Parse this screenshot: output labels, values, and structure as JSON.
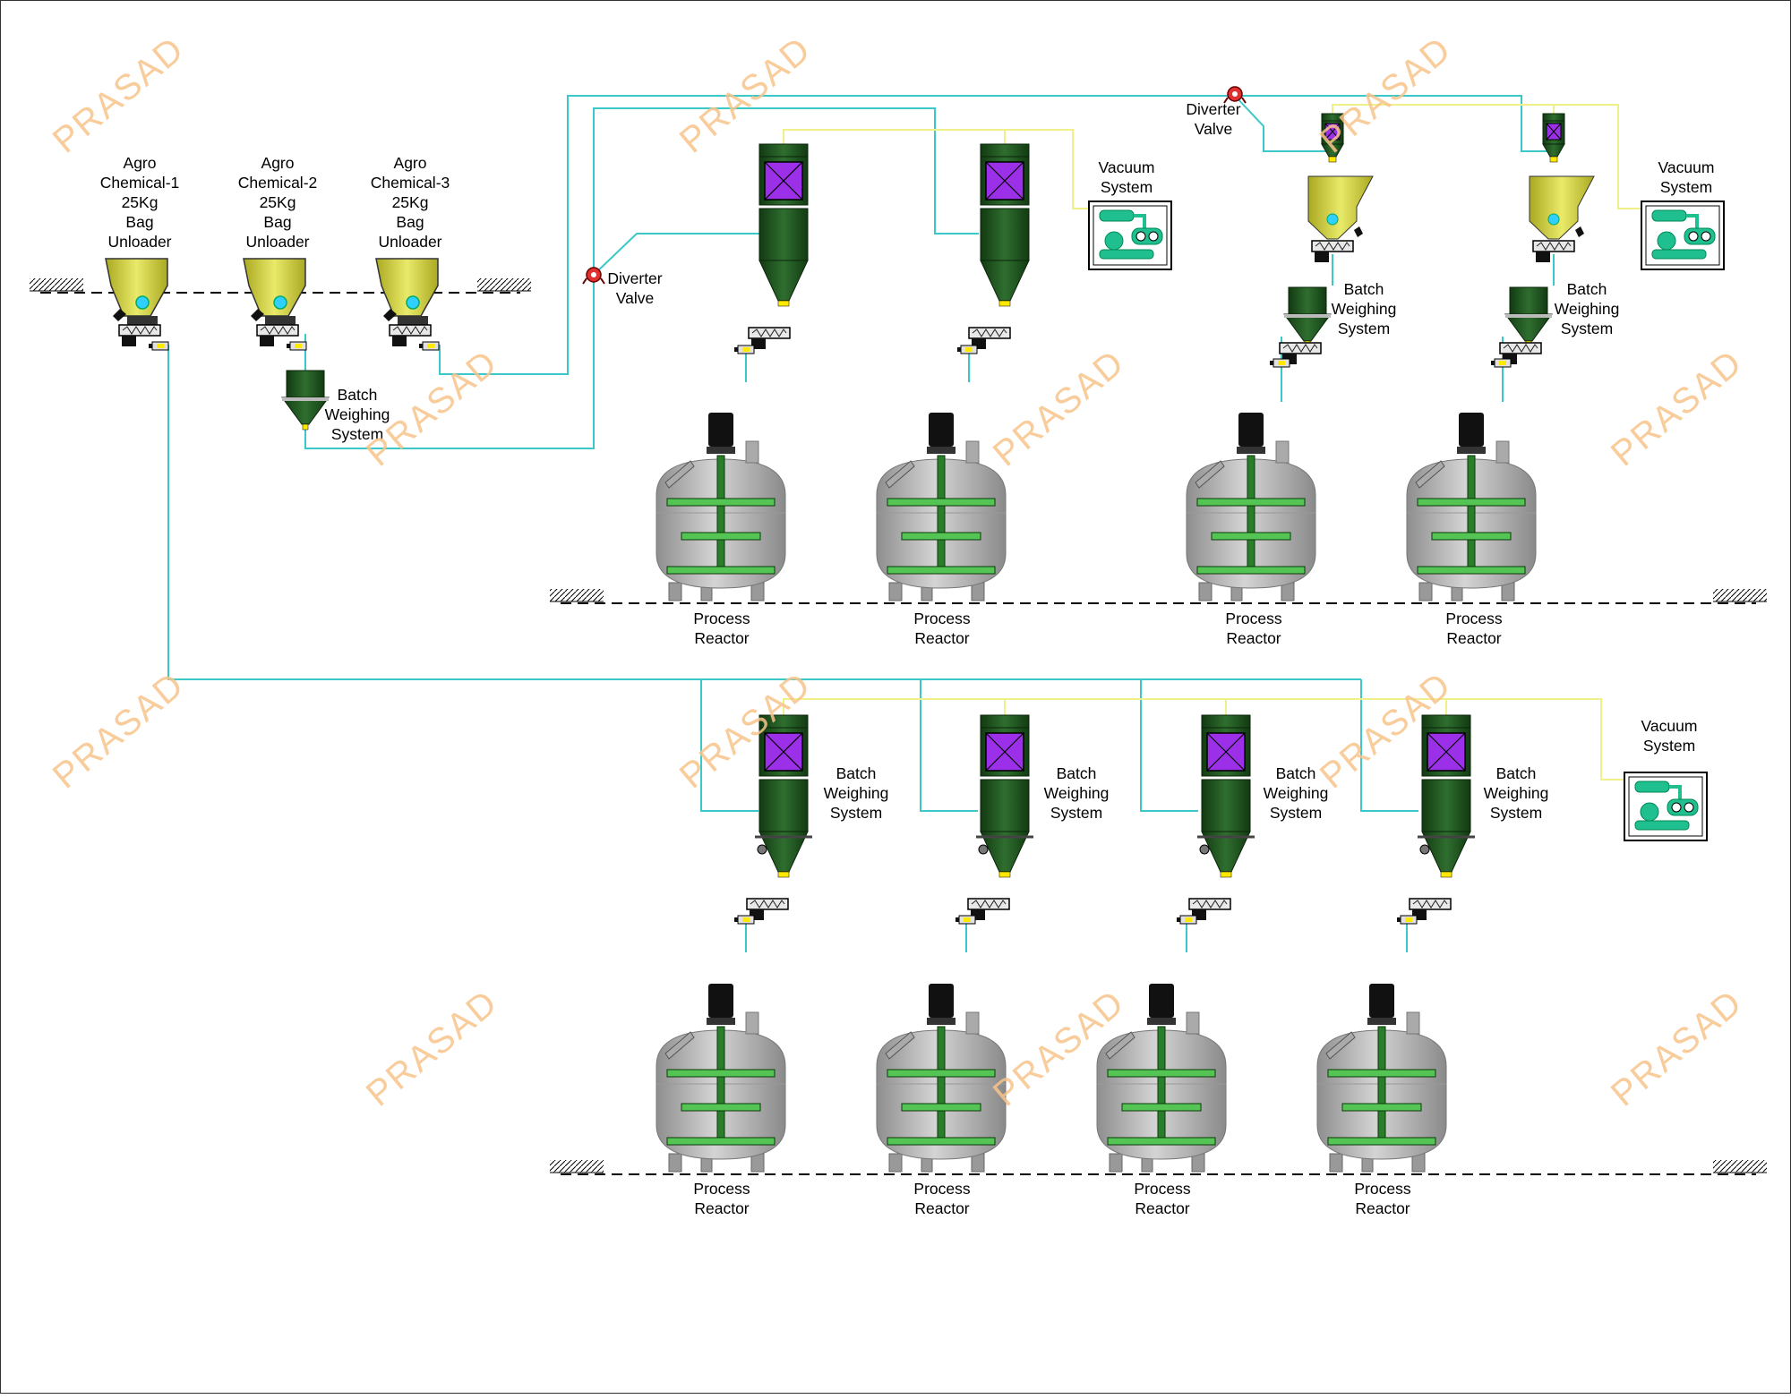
{
  "colors": {
    "conveying_line": "#3cc8c8",
    "vacuum_line": "#f0f08a",
    "equipment_green": "#1f5a1f",
    "accent_green": "#54c454",
    "hopper_yellow": "#d7d736",
    "filter_purple": "#9b30e8",
    "vessel_grey": "#b0b0b0",
    "diverter_red": "#e03030",
    "watermark": "#f8c48a"
  },
  "watermark": "PRASAD",
  "unloaders": [
    {
      "lines": [
        "Agro",
        "Chemical-1",
        "25Kg",
        "Bag",
        "Unloader"
      ]
    },
    {
      "lines": [
        "Agro",
        "Chemical-2",
        "25Kg",
        "Bag",
        "Unloader"
      ]
    },
    {
      "lines": [
        "Agro",
        "Chemical-3",
        "25Kg",
        "Bag",
        "Unloader"
      ]
    }
  ],
  "labels": {
    "batch_weighing": [
      "Batch",
      "Weighing",
      "System"
    ],
    "vacuum_system": [
      "Vacuum",
      "System"
    ],
    "diverter_valve": [
      "Diverter",
      "Valve"
    ],
    "process_reactor": [
      "Process",
      "Reactor"
    ]
  }
}
